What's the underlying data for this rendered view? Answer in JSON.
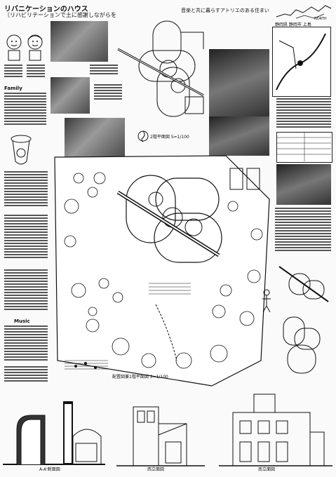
{
  "title": {
    "line1": "リバニケーションのハウス",
    "line2": "〔リハビリテーションで土に感謝しながらを"
  },
  "subtitle": "音楽と共に暮らすアトリエのある住まい",
  "site_caption": "静岡県 静岡市 上島",
  "north_label": "NORTH",
  "floor_plan_2f_label": "2階平面図 S=1/100",
  "floor_plan_1f_label": "配置図兼1階平面図 S=1/100",
  "sec_left_label": "A-A'断面図",
  "sec_mid_label": "西立面図",
  "sec_right_label": "南立面図",
  "side_heading_1": "Family",
  "side_heading_2": "Music"
}
